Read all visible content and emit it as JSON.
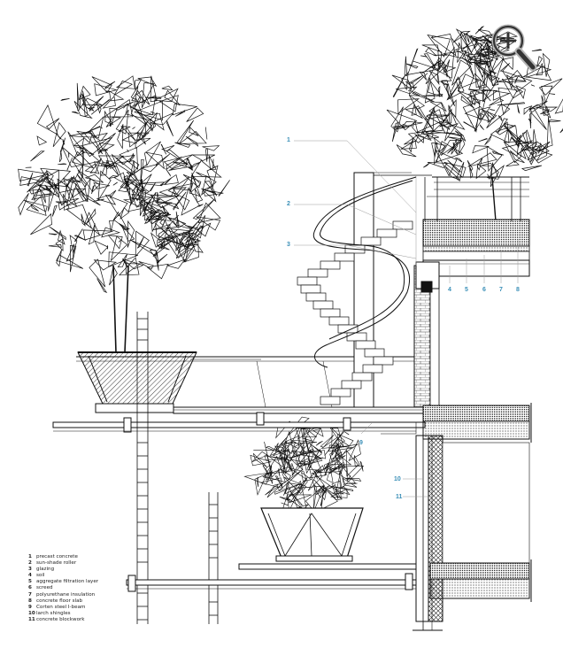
{
  "legend": [
    {
      "num": "1",
      "label": "precast concrete"
    },
    {
      "num": "2",
      "label": "sun-shade roller"
    },
    {
      "num": "3",
      "label": "glazing"
    },
    {
      "num": "4",
      "label": "soil"
    },
    {
      "num": "5",
      "label": "aggregate filtration layer"
    },
    {
      "num": "6",
      "label": "screed"
    },
    {
      "num": "7",
      "label": "polyurethane insulation"
    },
    {
      "num": "8",
      "label": "concrete floor slab"
    },
    {
      "num": "9",
      "label": "Corten steel I-beam"
    },
    {
      "num": "10",
      "label": "larch shingles"
    },
    {
      "num": "11",
      "label": "concrete blockwork"
    }
  ],
  "callouts": {
    "c1": "1",
    "c2": "2",
    "c3": "3",
    "c4": "4",
    "c5": "5",
    "c6": "6",
    "c7": "7",
    "c8": "8",
    "c9": "9",
    "c10": "10",
    "c11": "11"
  },
  "icons": {
    "zoom": "zoom-magnifier-icon"
  },
  "colors": {
    "callout": "#3a8fb7",
    "line": "#111111",
    "accent_gray": "#9a9a9a"
  }
}
